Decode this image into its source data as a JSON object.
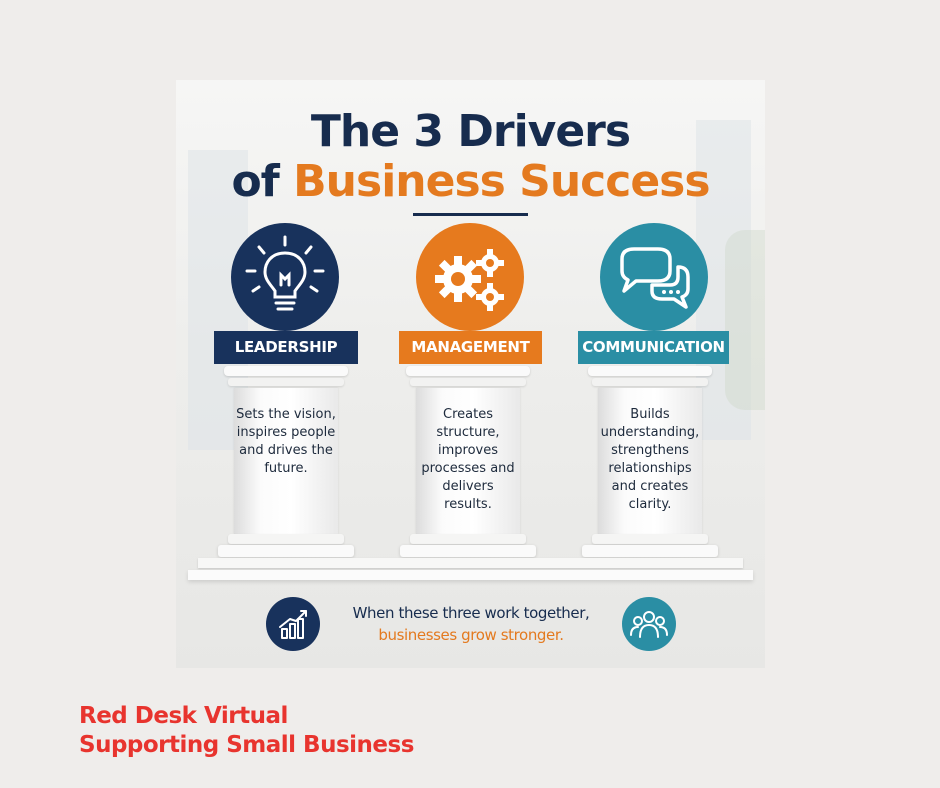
{
  "infographic": {
    "title_line1": "The 3 Drivers",
    "title_line2_prefix": "of",
    "title_line2_accent": "Business Success",
    "drivers": [
      {
        "label": "LEADERSHIP",
        "icon": "lightbulb-icon",
        "color": "#18325c",
        "description": "Sets the vision, inspires people and drives the future."
      },
      {
        "label": "MANAGEMENT",
        "icon": "gears-icon",
        "color": "#e67a1e",
        "description": "Creates structure, improves processes and delivers results."
      },
      {
        "label": "COMMUNICATION",
        "icon": "speech-bubbles-icon",
        "color": "#2a8ea4",
        "description": "Builds understanding, strengthens relationships and creates clarity."
      }
    ],
    "footer_line1": "When these three work together,",
    "footer_line2": "businesses grow stronger.",
    "footer_icons": [
      "growth-chart-icon",
      "team-icon"
    ],
    "colors": {
      "navy": "#18325c",
      "orange": "#e67a1e",
      "teal": "#2a8ea4"
    }
  },
  "brand": {
    "line1": "Red Desk Virtual",
    "line2": "Supporting Small Business",
    "color": "#e8342e"
  }
}
